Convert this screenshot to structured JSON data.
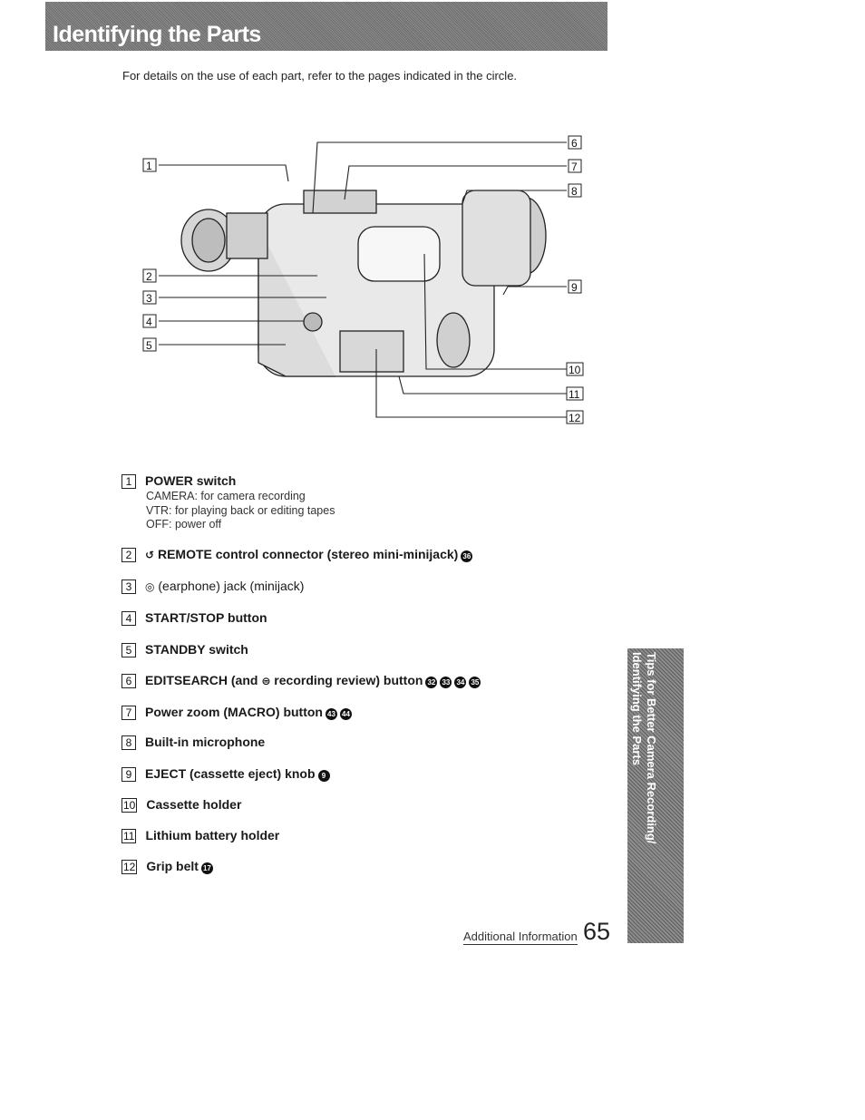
{
  "header": {
    "title": "Identifying the Parts"
  },
  "intro": "For details on the use of each part, refer to the pages indicated in the circle.",
  "diagram_callouts": [
    "1",
    "2",
    "3",
    "4",
    "5",
    "6",
    "7",
    "8",
    "9",
    "10",
    "11",
    "12"
  ],
  "items": [
    {
      "num": "1",
      "label": "POWER switch",
      "details": [
        "CAMERA:  for camera recording",
        "VTR:  for playing back or editing tapes",
        "OFF:  power off"
      ]
    },
    {
      "num": "2",
      "icon": "↺",
      "label": "REMOTE control connector (stereo mini-minijack)",
      "pages": [
        "36"
      ]
    },
    {
      "num": "3",
      "icon": "◎",
      "label": "(earphone) jack (minijack)"
    },
    {
      "num": "4",
      "label": "START/STOP button"
    },
    {
      "num": "5",
      "label": "STANDBY switch"
    },
    {
      "num": "6",
      "label": "EDITSEARCH (and",
      "icon2": "⊜",
      "label2": "recording review) button",
      "pages": [
        "32",
        "33",
        "34",
        "35"
      ]
    },
    {
      "num": "7",
      "label": "Power zoom (MACRO) button",
      "pages": [
        "43",
        "44"
      ]
    },
    {
      "num": "8",
      "label": "Built-in microphone"
    },
    {
      "num": "9",
      "label": "EJECT (cassette eject) knob",
      "pages": [
        "9"
      ]
    },
    {
      "num": "10",
      "label": "Cassette holder"
    },
    {
      "num": "11",
      "label": "Lithium battery holder"
    },
    {
      "num": "12",
      "label": "Grip belt",
      "pages": [
        "17"
      ]
    }
  ],
  "side_tab": {
    "line1": "Tips for Better Camera Recording/",
    "line2": "Identifying the Parts"
  },
  "footer": {
    "section": "Additional Information",
    "page": "65"
  }
}
